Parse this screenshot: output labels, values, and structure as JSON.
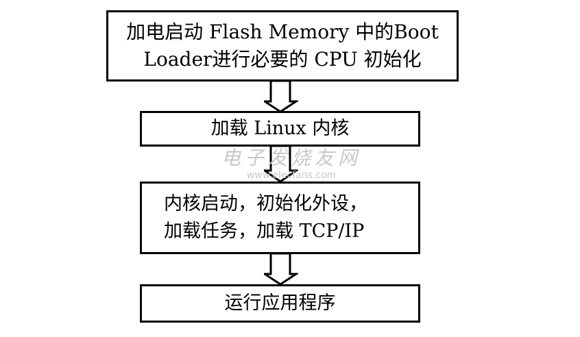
{
  "steps": [
    {
      "lines": [
        "加电启动 Flash Memory 中的Boot",
        "Loader进行必要的 CPU 初始化"
      ]
    },
    {
      "lines": [
        "加载 Linux 内核"
      ]
    },
    {
      "lines": [
        "内核启动，初始化外设，",
        "加载任务，加载 TCP/IP"
      ]
    },
    {
      "lines": [
        "运行应用程序"
      ]
    }
  ],
  "watermark": {
    "title": "电子发烧友网",
    "url": "www.elecfans.com"
  }
}
